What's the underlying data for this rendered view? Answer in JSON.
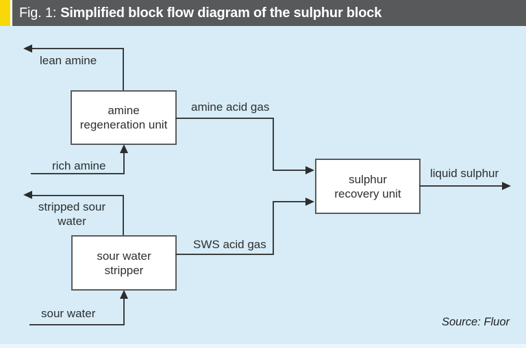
{
  "header": {
    "fig_label": "Fig. 1:",
    "title": "Simplified block flow diagram of the sulphur block"
  },
  "nodes": {
    "amine_regeneration_unit": "amine\nregeneration unit",
    "sour_water_stripper": "sour water\nstripper",
    "sulphur_recovery_unit": "sulphur\nrecovery unit"
  },
  "streams": {
    "lean_amine": "lean amine",
    "rich_amine": "rich amine",
    "amine_acid_gas": "amine acid gas",
    "stripped_sour_water": "stripped sour\nwater",
    "sour_water": "sour water",
    "sws_acid_gas": "SWS acid gas",
    "liquid_sulphur": "liquid sulphur"
  },
  "source_credit": "Source: Fluor",
  "colors": {
    "header_bar": "#58595b",
    "header_accent_yellow": "#f8d808",
    "canvas_background": "#d7ecf6",
    "line": "#3a3d3f",
    "box_border": "#595a5c",
    "box_fill": "#ffffff",
    "text": "#2d2f30"
  }
}
